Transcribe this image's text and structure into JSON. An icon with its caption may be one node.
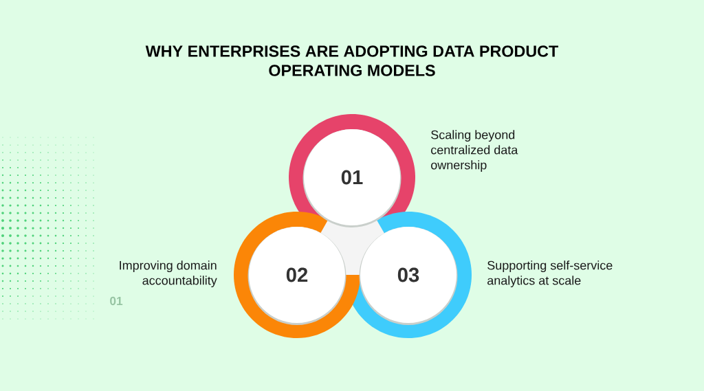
{
  "diagram": {
    "title": "WHY ENTERPRISES ARE ADOPTING DATA PRODUCT OPERATING MODELS",
    "nodes": [
      {
        "text": [
          "01"
        ],
        "beside": [
          "Scaling beyond centralized data ownership"
        ]
      },
      {
        "text": [
          "02"
        ],
        "beside": [
          "Improving domain accountability"
        ]
      },
      {
        "text": [
          "03"
        ],
        "beside": [
          "Supporting self-service analytics at scale"
        ]
      }
    ],
    "labels": [
      "01"
    ]
  }
}
